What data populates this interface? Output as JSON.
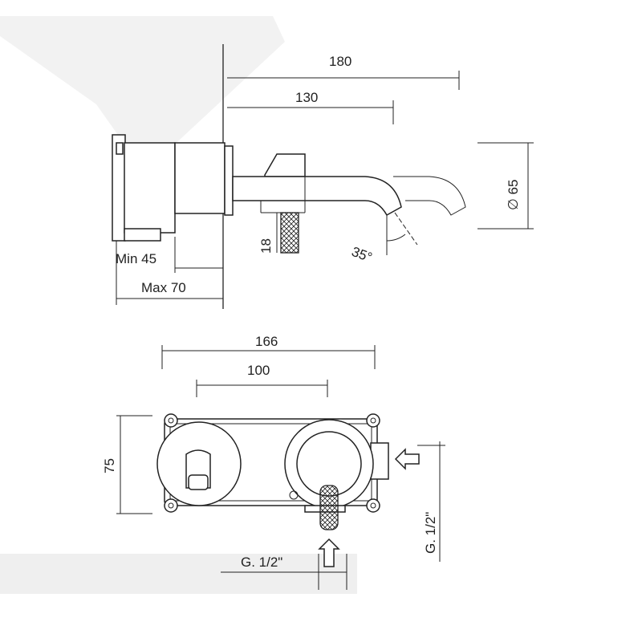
{
  "side_view": {
    "dim_total_length": "180",
    "dim_spout_length": "130",
    "dim_diameter": "∅ 65",
    "dim_handle": "18",
    "dim_angle": "35°",
    "dim_min_depth": "Min 45",
    "dim_max_depth": "Max 70"
  },
  "front_view": {
    "dim_width": "166",
    "dim_center_distance": "100",
    "dim_height": "75",
    "side_inlet_label": "G. 1/2\"",
    "bottom_inlet_label": "G. 1/2\""
  }
}
